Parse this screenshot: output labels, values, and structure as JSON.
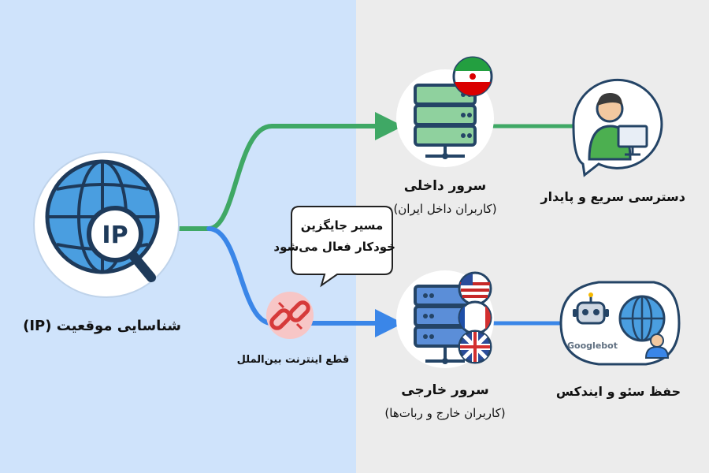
{
  "ip_node": {
    "label": "شناسایی موقعیت (IP)",
    "badge": "IP"
  },
  "route_callout": {
    "line1": "مسیر جایگزین",
    "line2": "خودکار فعال می‌شود"
  },
  "disconnect": {
    "label": "قطع اینترنت بین‌الملل"
  },
  "domestic_server": {
    "title": "سرور داخلی",
    "subtitle": "(کاربران داخل ایران)"
  },
  "foreign_server": {
    "title": "سرور خارجی",
    "subtitle": "(کاربران خارج و ربات‌ها)"
  },
  "user_access": {
    "label": "دسترسی سریع و پایدار"
  },
  "seo_node": {
    "label": "حفظ سئو و ایندکس",
    "bot_name": "Googlebot"
  },
  "colors": {
    "green": "#3fa865",
    "blue": "#3a86e8",
    "server_dark": "#244466",
    "server_light": "#8fd19e"
  }
}
